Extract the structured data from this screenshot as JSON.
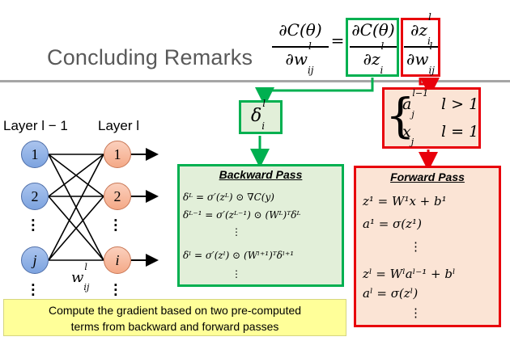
{
  "slide": {
    "title": "Concluding Remarks",
    "caption_line1": "Compute the gradient based on two pre-computed",
    "caption_line2": "terms from backward and forward passes"
  },
  "network": {
    "left_label": "Layer l − 1",
    "right_label": "Layer l",
    "left_nodes": [
      "1",
      "2",
      "j"
    ],
    "right_nodes": [
      "1",
      "2",
      "i"
    ],
    "weight_label": "w",
    "weight_sup": "l",
    "weight_sub": "ij"
  },
  "delta_box": {
    "symbol": "δ",
    "sup": "l",
    "sub": "i"
  },
  "cases_box": {
    "row1_var": "a",
    "row1_sup": "l−1",
    "row1_sub": "j",
    "row1_cond": "l > 1",
    "row2_var": "x",
    "row2_sub": "j",
    "row2_cond": "l = 1"
  },
  "backward": {
    "title": "Backward Pass",
    "eq1": "δᴸ = σ′(zᴸ) ⊙ ∇C(y)",
    "eq2": "δᴸ⁻¹ = σ′(zᴸ⁻¹) ⊙ (Wᴸ)ᵀδᴸ",
    "dots1": "⋮",
    "eq3": "δˡ = σ′(zˡ) ⊙ (Wˡ⁺¹)ᵀδˡ⁺¹",
    "dots2": "⋮"
  },
  "forward": {
    "title": "Forward Pass",
    "eq1": "z¹ = W¹x + b¹",
    "eq2": "a¹ = σ(z¹)",
    "dots1": "⋮",
    "eq3": "zˡ = Wˡaˡ⁻¹ + bˡ",
    "eq4": "aˡ = σ(zˡ)",
    "dots2": "⋮"
  },
  "equation": {
    "num1": "∂C(θ)",
    "den1": "∂w",
    "den1_sup": "l",
    "den1_sub": "ij",
    "equals": "=",
    "num2": "∂C(θ)",
    "den2": "∂z",
    "den2_sup": "l",
    "den2_sub": "i",
    "num3": "∂z",
    "num3_sup": "l",
    "num3_sub": "i",
    "den3": "∂w",
    "den3_sup": "l",
    "den3_sub": "ij"
  },
  "colors": {
    "green": "#00b050",
    "red": "#e8000b",
    "green_fill": "#e2efd9",
    "red_fill": "#fbe4d5",
    "caption_fill": "#ffff99"
  }
}
